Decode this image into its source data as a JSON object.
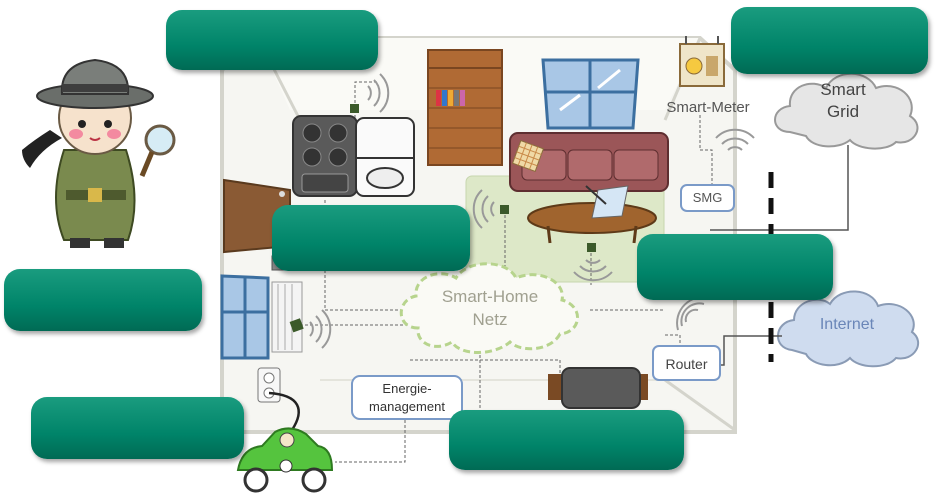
{
  "labels": {
    "smart_meter": "Smart-Meter",
    "smart_grid_line1": "Smart",
    "smart_grid_line2": "Grid",
    "smg": "SMG",
    "internet": "Internet",
    "router": "Router",
    "home_net_line1": "Smart-Home",
    "home_net_line2": "Netz",
    "energy_line1": "Energie-",
    "energy_line2": "management"
  },
  "colors": {
    "callout": "#00896d",
    "room_floor": "#f3f3ee",
    "rug": "#dde8c8",
    "sofa": "#9b5658",
    "cabinet": "#b06a34",
    "internet_cloud": "#cfdcef",
    "grid_cloud": "#e6e6e6",
    "home_cloud_outline": "#b7d48d",
    "car": "#55c43e",
    "sensor": "#3b5a2a"
  },
  "icons": [
    "detective-illustration",
    "stove-icon",
    "oven-icon",
    "tablet-icon",
    "tv-icon",
    "electric-car-icon",
    "power-meter-icon",
    "wall-socket-icon",
    "radiator-icon",
    "wifi-signal-icon"
  ]
}
